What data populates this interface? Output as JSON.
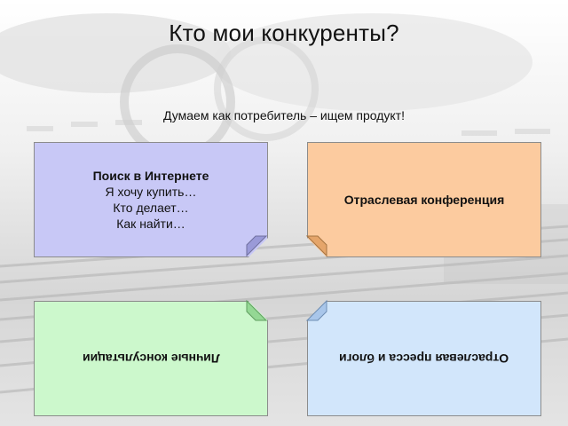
{
  "slide": {
    "title": "Кто мои конкуренты?",
    "subtitle": "Думаем как потребитель – ищем продукт!"
  },
  "cards": {
    "top_left": {
      "heading": "Поиск в Интернете",
      "lines": [
        "Я хочу купить…",
        "Кто делает…",
        "Как найти…"
      ],
      "color": "#c8c8f6"
    },
    "top_right": {
      "heading": "Отраслевая конференция",
      "color": "#fccb9f"
    },
    "bottom_left": {
      "heading": "Личные консультации",
      "color": "#ccf8cc",
      "rotated": "180deg"
    },
    "bottom_right": {
      "heading": "Отраслевая пресса и блоги",
      "color": "#d2e6fb",
      "rotated": "180deg"
    }
  }
}
